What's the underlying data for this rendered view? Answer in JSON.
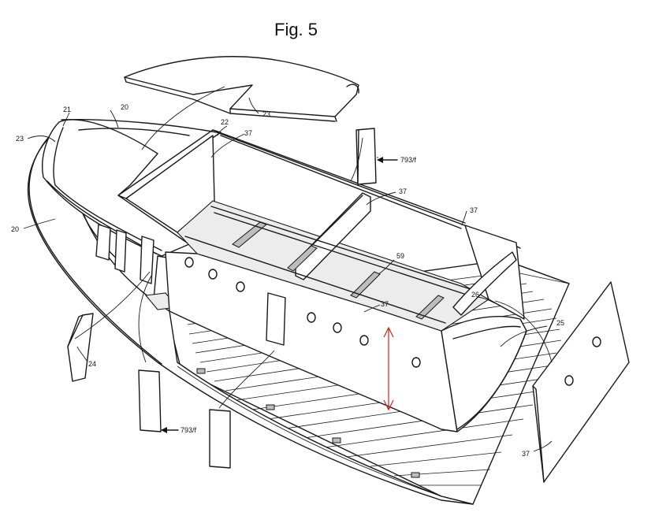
{
  "figure": {
    "title": "Fig. 5",
    "labels": {
      "hull_left": "20",
      "hull_top": "20",
      "bow": "21",
      "deck_edge": "22",
      "deck_left": "23",
      "top_plate": "23",
      "bulkhead_left": "37",
      "bulkhead_mid": "37",
      "side_right": "37",
      "rail": "37",
      "panel": "37",
      "gusset": "24",
      "transom": "25",
      "stern_beam": "26",
      "stringer": "59",
      "insert_top": "793/f",
      "insert_bottom": "793/f"
    }
  }
}
